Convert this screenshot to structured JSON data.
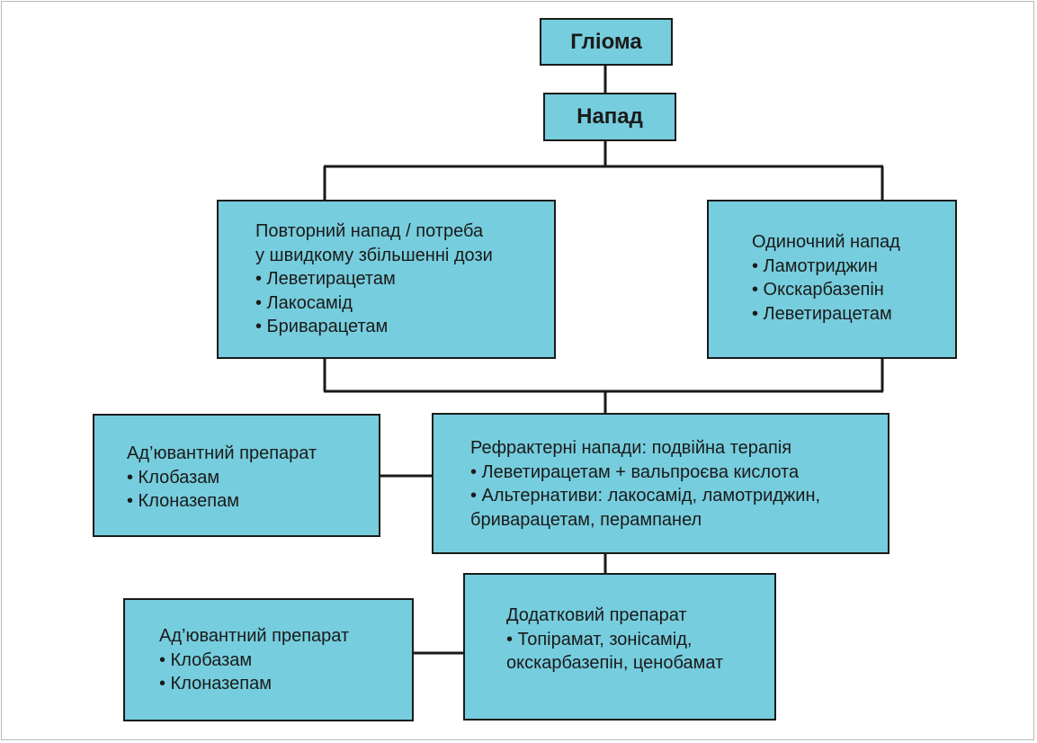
{
  "nodes": {
    "glioma": {
      "label": "Гліома"
    },
    "seizure": {
      "label": "Напад"
    },
    "repeated": {
      "lines": [
        "Повторний напад / потреба",
        "у швидкому збільшенні дози",
        "• Леветирацетам",
        "• Лакосамід",
        "• Бриварацетам"
      ]
    },
    "single": {
      "lines": [
        "Одиночний напад",
        "• Ламотриджин",
        "• Окскарбазепін",
        "• Леветирацетам"
      ]
    },
    "adjuvant1": {
      "lines": [
        "Ад’ювантний препарат",
        "• Клобазам",
        "• Клоназепам"
      ]
    },
    "refractory": {
      "lines": [
        "Рефрактерні напади: подвійна терапія",
        "• Леветирацетам + вальпроєва кислота",
        "• Альтернативи: лакосамід, ламотриджин,",
        "бриварацетам, перампанел"
      ]
    },
    "adjuvant2": {
      "lines": [
        "Ад’ювантний препарат",
        "• Клобазам",
        "• Клоназепам"
      ]
    },
    "additional": {
      "lines": [
        "Додатковий препарат",
        "• Топірамат, зонісамід,",
        "окскарбазепін, ценобамат"
      ]
    }
  },
  "colors": {
    "box_fill": "#76cddd",
    "border": "#1a1a1a",
    "frame": "#b8b8b8"
  }
}
